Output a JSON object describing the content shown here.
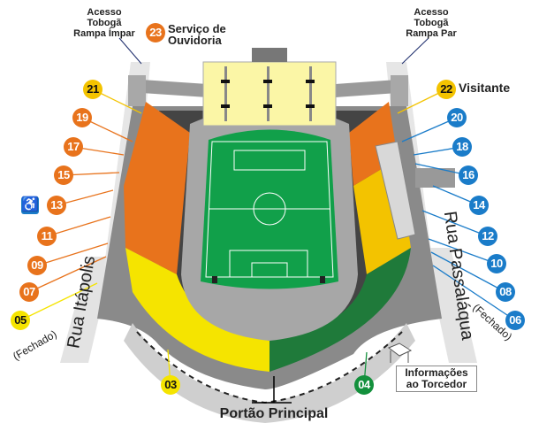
{
  "labels": {
    "tobogan_odd": [
      "Acesso Tobogã",
      "Rampa Ímpar"
    ],
    "tobogan_even": [
      "Acesso Tobogã",
      "Rampa Par"
    ],
    "ouvidoria": [
      "Serviço de",
      "Ouvidoria"
    ],
    "visitante": "Visitante",
    "street_left": "Rua Itápolis",
    "street_right": "Rua Passaláqua",
    "closed_left": "(Fechado)",
    "closed_right": "(Fechado)",
    "info": [
      "Informações",
      "ao Torcedor"
    ],
    "main_gate": "Portão Principal"
  },
  "colors": {
    "orange": "#e8731c",
    "yellow": "#f5e400",
    "gold": "#f3c300",
    "blue": "#1a7cc9",
    "green": "#13903c"
  },
  "gates": [
    {
      "number": "03",
      "color": "yellow"
    },
    {
      "number": "04",
      "color": "green"
    },
    {
      "number": "05",
      "color": "yellow"
    },
    {
      "number": "06",
      "color": "blue"
    },
    {
      "number": "07",
      "color": "orange"
    },
    {
      "number": "08",
      "color": "blue"
    },
    {
      "number": "09",
      "color": "orange"
    },
    {
      "number": "10",
      "color": "blue"
    },
    {
      "number": "11",
      "color": "orange"
    },
    {
      "number": "12",
      "color": "blue"
    },
    {
      "number": "13",
      "color": "orange"
    },
    {
      "number": "14",
      "color": "blue"
    },
    {
      "number": "15",
      "color": "orange"
    },
    {
      "number": "16",
      "color": "blue"
    },
    {
      "number": "17",
      "color": "orange"
    },
    {
      "number": "18",
      "color": "blue"
    },
    {
      "number": "19",
      "color": "orange"
    },
    {
      "number": "20",
      "color": "blue"
    },
    {
      "number": "21",
      "color": "gold"
    },
    {
      "number": "22",
      "color": "gold"
    },
    {
      "number": "23",
      "color": "orange"
    }
  ],
  "icons": {
    "accessibility": "wheelchair-icon",
    "info_kiosk": "kiosk-icon"
  }
}
